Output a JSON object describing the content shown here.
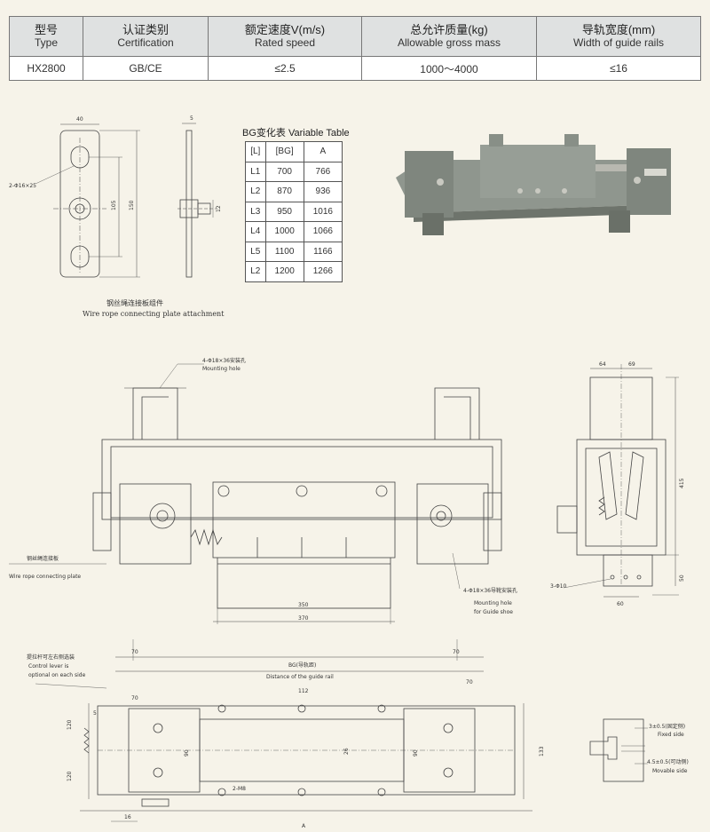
{
  "spec_table": {
    "headers": [
      {
        "zh": "型号",
        "en": "Type"
      },
      {
        "zh": "认证类别",
        "en": "Certification"
      },
      {
        "zh": "额定速度V(m/s)",
        "en": "Rated speed"
      },
      {
        "zh": "总允许质量(kg)",
        "en": "Allowable gross mass"
      },
      {
        "zh": "导轨宽度(mm)",
        "en": "Width of guide rails"
      }
    ],
    "row": [
      "HX2800",
      "GB/CE",
      "≤2.5",
      "1000～4000",
      "≤16"
    ]
  },
  "bg_table": {
    "title": "BG变化表 Variable Table",
    "headers": [
      "[L]",
      "[BG]",
      "A"
    ],
    "rows": [
      [
        "L1",
        "700",
        "766"
      ],
      [
        "L2",
        "870",
        "936"
      ],
      [
        "L3",
        "950",
        "1016"
      ],
      [
        "L4",
        "1000",
        "1066"
      ],
      [
        "L5",
        "1100",
        "1166"
      ],
      [
        "L2",
        "1200",
        "1266"
      ]
    ]
  },
  "plate_drawing": {
    "dims": {
      "width": "40",
      "thickness": "5",
      "holes": "2-Φ16×25",
      "pitch": "105",
      "height": "150",
      "offset": "12"
    },
    "caption_zh": "钢丝绳连接板组件",
    "caption_en": "Wire rope connecting plate attachment"
  },
  "front_view": {
    "mounting_hole": "4-Φ18×36安装孔",
    "mounting_hole_en": "Mounting hole",
    "wire_plate_zh": "钢丝绳连接板",
    "wire_plate_en": "Wire rope connecting plate",
    "guide_shoe_hole": "4-Φ18×36导靴安装孔",
    "guide_shoe_hole_en_1": "Mounting hole",
    "guide_shoe_hole_en_2": "for Guide shoe",
    "dim_350": "350",
    "dim_370": "370"
  },
  "side_view": {
    "dim_64": "64",
    "dim_69": "69",
    "dim_415": "415",
    "dim_50": "50",
    "dim_60": "60",
    "holes": "3-Φ10"
  },
  "plan_view": {
    "lever_zh": "提拉杆可左右侧选装",
    "lever_en_1": "Control lever is",
    "lever_en_2": "optional on each side",
    "bg_zh": "BG(导轨距)",
    "bg_en": "Distance of the guide rail",
    "dim_70a": "70",
    "dim_70b": "70",
    "dim_70c": "70",
    "dim_70d": "70",
    "dim_112": "112",
    "dim_5": "5",
    "dim_120a": "120",
    "dim_120b": "120",
    "dim_90a": "90",
    "dim_90b": "90",
    "dim_26": "26",
    "dim_133": "133",
    "dim_16": "16",
    "m8": "2-M8",
    "dim_A": "A"
  },
  "rail_detail": {
    "fixed_dim": "3±0.5(固定侧)",
    "fixed_en": "Fixed side",
    "movable_dim": "4.5±0.5(可动侧)",
    "movable_en": "Movable side"
  },
  "colors": {
    "header_bg": "#dfe1e1",
    "page_bg": "#f6f3e9",
    "line": "#444444",
    "photo_body": "#8f968e"
  }
}
